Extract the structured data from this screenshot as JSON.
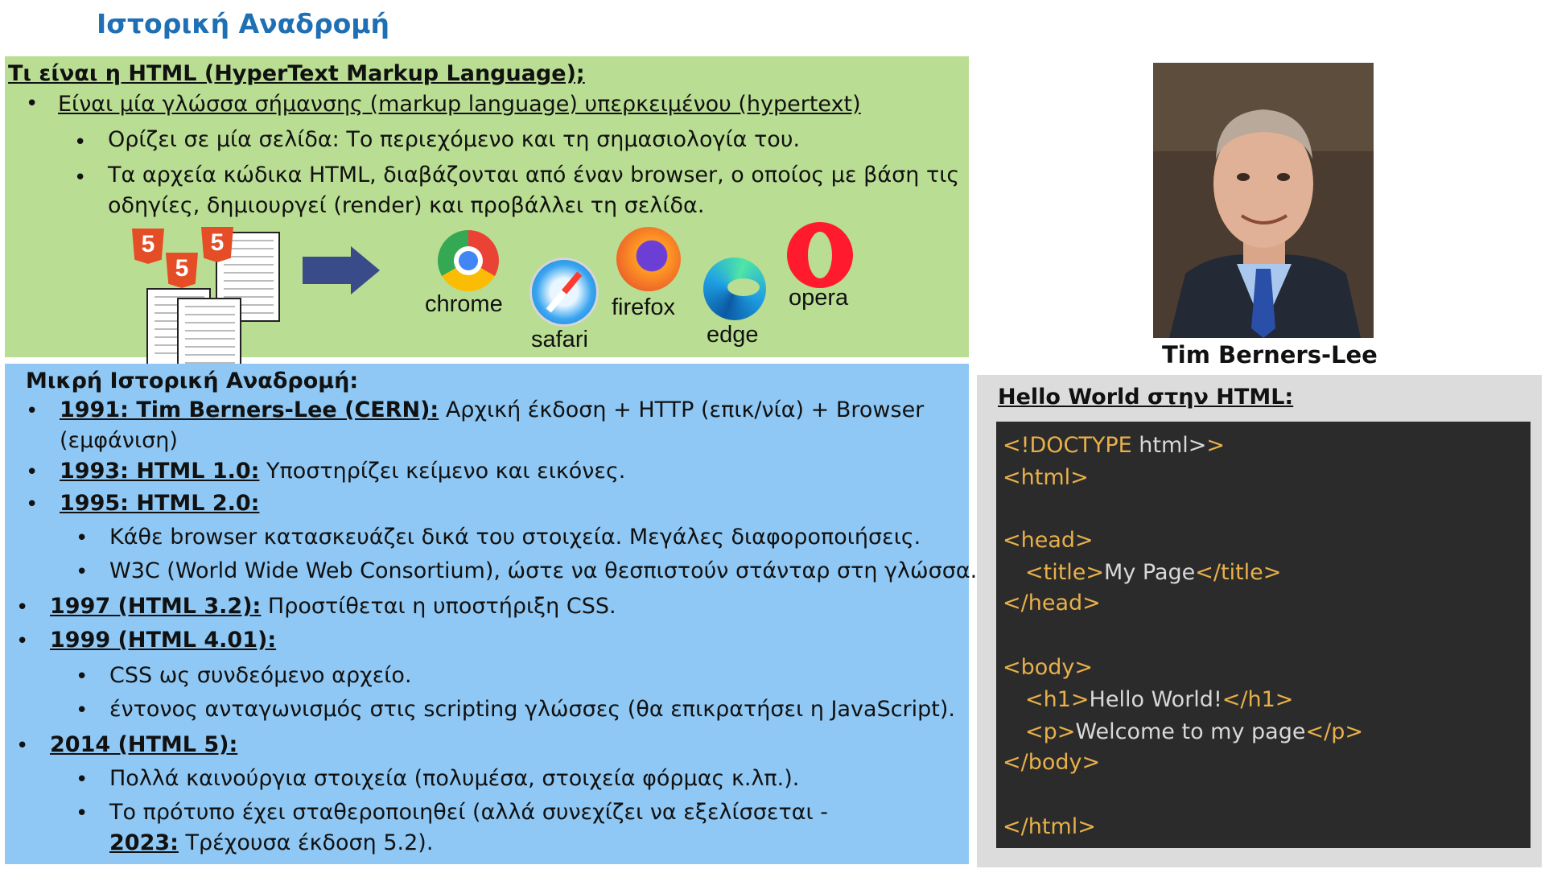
{
  "slide_title": "Ιστορική Αναδρομή",
  "intro": {
    "heading": "Τι είναι η HTML (HyperText Markup Language);",
    "bullet1": "Είναι μία γλώσσα σήμανσης (markup language) υπερκειμένου (hypertext)",
    "sub1": "Ορίζει σε μία σελίδα: Το περιεχόμενο και τη σημασιολογία του.",
    "sub2_line1": "Τα αρχεία κώδικα HTML, διαβάζονται από έναν browser, ο οποίος με βάση τις",
    "sub2_line2": "οδηγίες, δημιουργεί (render) και προβάλλει τη σελίδα.",
    "html5_glyph": "5",
    "browsers": [
      "chrome",
      "safari",
      "firefox",
      "edge",
      "opera"
    ]
  },
  "history": {
    "heading": "Μικρή Ιστορική Αναδρομή:",
    "y1991": "1991: Tim Berners-Lee (CERN):",
    "y1991_text": " Αρχική έκδοση + HTTP (επικ/νία) + Browser",
    "y1991_text2": "(εμφάνιση)",
    "y1993": "1993: HTML 1.0:",
    "y1993_text": " Υποστηρίζει κείμενο και εικόνες.",
    "y1995": "1995: HTML 2.0:",
    "y1995_sub1": "Κάθε browser κατασκευάζει δικά του στοιχεία. Μεγάλες διαφοροποιήσεις.",
    "y1995_sub2": "W3C (World Wide Web Consortium), ώστε να θεσπιστούν στάνταρ στη γλώσσα.",
    "y1997": "1997 (HTML 3.2):",
    "y1997_text": " Προστίθεται η υποστήριξη CSS.",
    "y1999": "1999 (HTML 4.01):",
    "y1999_sub1": "CSS ως συνδεόμενο αρχείο.",
    "y1999_sub2": "έντονος ανταγωνισμός στις scripting γλώσσες (θα επικρατήσει η JavaScript).",
    "y2014": "2014 (HTML 5):",
    "y2014_sub1": "Πολλά καινούργια στοιχεία (πολυμέσα, στοιχεία φόρμας κ.λπ.).",
    "y2014_sub2": "Το πρότυπο έχει σταθεροποιηθεί (αλλά συνεχίζει να εξελίσσεται -",
    "y2023": "2023:",
    "y2023_text": " Τρέχουσα έκδοση 5.2)."
  },
  "photo_caption": "Tim Berners-Lee",
  "code": {
    "heading": "Hello World στην HTML:",
    "doctype_tag": "<!DOCTYPE",
    "doctype_rest": " html>",
    "html_open": "<html>",
    "head_open": "<head>",
    "title_open": "<title>",
    "title_text": "My Page",
    "title_close": "</title>",
    "head_close": "</head>",
    "body_open": "<body>",
    "h1_open": "<h1>",
    "h1_text": "Hello World!",
    "h1_close": "</h1>",
    "p_open": "<p>",
    "p_text": "Welcome to my page",
    "p_close": "</p>",
    "body_close": "</body>",
    "html_close": "</html>"
  },
  "colors": {
    "title": "#1f6fb5",
    "green_panel": "#b9dd92",
    "blue_panel": "#8fc8f4",
    "code_bg": "#2b2b2b",
    "code_tag": "#e8b04a"
  }
}
